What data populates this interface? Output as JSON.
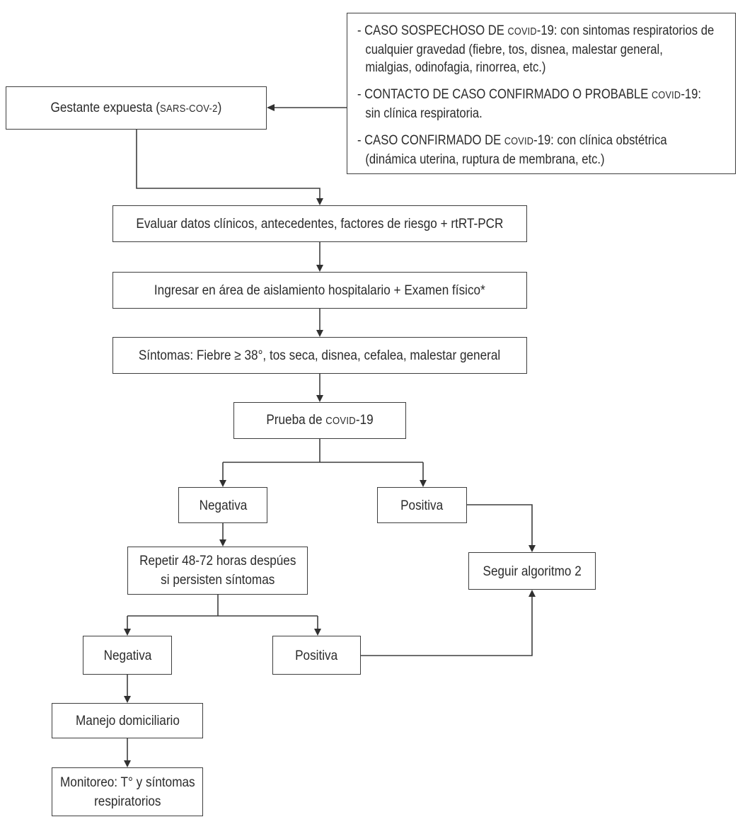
{
  "colors": {
    "background": "#ffffff",
    "box_border": "#3e3e3e",
    "text": "#2b2b2b",
    "connector": "#3e3e3e",
    "arrowhead": "#303030"
  },
  "diagram": {
    "nodes": {
      "gestante": {
        "segments": [
          {
            "t": "Gestante expuesta ("
          },
          {
            "t": "SARS-COV-2",
            "small": true
          },
          {
            "t": ")"
          }
        ]
      },
      "evaluar": {
        "text": "Evaluar datos clínicos, antecedentes, factores de riesgo + rtRT-PCR"
      },
      "ingresar": {
        "text": "Ingresar en área de aislamiento hospitalario + Examen físico*"
      },
      "sintomas": {
        "text": "Síntomas: Fiebre ≥ 38°, tos seca, disnea, cefalea, malestar general"
      },
      "prueba": {
        "segments": [
          {
            "t": "Prueba de "
          },
          {
            "t": "COVID",
            "small": true
          },
          {
            "t": "-19"
          }
        ]
      },
      "negativa1": {
        "text": "Negativa"
      },
      "positiva1": {
        "text": "Positiva"
      },
      "repetir": {
        "lines": [
          "Repetir 48-72 horas despúes",
          "si persisten síntomas"
        ]
      },
      "seguir": {
        "text": "Seguir algoritmo 2"
      },
      "negativa2": {
        "text": "Negativa"
      },
      "positiva2": {
        "text": "Positiva"
      },
      "manejo": {
        "text": "Manejo domiciliario"
      },
      "monitoreo": {
        "lines": [
          "Monitoreo: T° y síntomas",
          "respiratorios"
        ]
      }
    },
    "definitions": {
      "items": [
        {
          "lines": [
            [
              {
                "t": "- CASO SOSPECHOSO DE "
              },
              {
                "t": "COVID",
                "small": true
              },
              {
                "t": "-19: con sintomas respiratorios de"
              }
            ],
            [
              {
                "t": "cualquier gravedad (fiebre, tos, disnea, malestar general,"
              }
            ],
            [
              {
                "t": "mialgias, odinofagia, rinorrea, etc.)"
              }
            ]
          ]
        },
        {
          "lines": [
            [
              {
                "t": "- CONTACTO DE CASO CONFIRMADO O PROBABLE "
              },
              {
                "t": "COVID",
                "small": true
              },
              {
                "t": "-19:"
              }
            ],
            [
              {
                "t": "sin clínica respiratoria."
              }
            ]
          ]
        },
        {
          "lines": [
            [
              {
                "t": "- CASO CONFIRMADO DE "
              },
              {
                "t": "COVID",
                "small": true
              },
              {
                "t": "-19: con clínica obstétrica"
              }
            ],
            [
              {
                "t": "(dinámica uterina, ruptura de membrana, etc.)"
              }
            ]
          ]
        }
      ]
    }
  }
}
